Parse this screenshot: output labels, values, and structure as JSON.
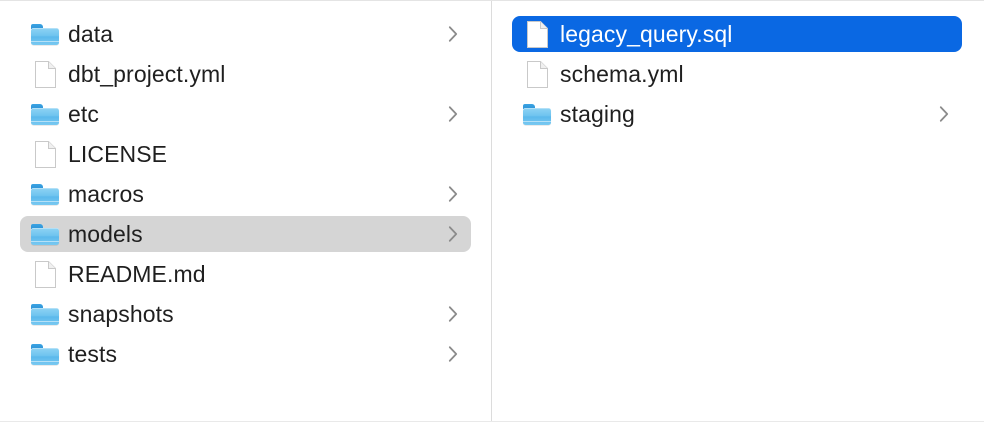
{
  "window": {
    "view": "column-view",
    "background_color": "#ffffff",
    "divider_color": "#dcdcdc",
    "selection_blue": "#0a68e3",
    "selection_gray": "#d5d5d5",
    "text_color": "#1f1f1f",
    "selected_text_color": "#ffffff"
  },
  "columns": [
    {
      "name": "parent-column",
      "items": [
        {
          "label": "data",
          "kind": "folder",
          "icon": "folder-icon",
          "disclosure": "chevron-right-icon",
          "has_chevron": true,
          "selected": false,
          "selection_style": "none"
        },
        {
          "label": "dbt_project.yml",
          "kind": "file",
          "icon": "document-icon",
          "disclosure": "",
          "has_chevron": false,
          "selected": false,
          "selection_style": "none"
        },
        {
          "label": "etc",
          "kind": "folder",
          "icon": "folder-icon",
          "disclosure": "chevron-right-icon",
          "has_chevron": true,
          "selected": false,
          "selection_style": "none"
        },
        {
          "label": "LICENSE",
          "kind": "file",
          "icon": "document-icon",
          "disclosure": "",
          "has_chevron": false,
          "selected": false,
          "selection_style": "none"
        },
        {
          "label": "macros",
          "kind": "folder",
          "icon": "folder-icon",
          "disclosure": "chevron-right-icon",
          "has_chevron": true,
          "selected": false,
          "selection_style": "none"
        },
        {
          "label": "models",
          "kind": "folder",
          "icon": "folder-icon",
          "disclosure": "chevron-right-icon",
          "has_chevron": true,
          "selected": true,
          "selection_style": "gray"
        },
        {
          "label": "README.md",
          "kind": "file",
          "icon": "document-icon",
          "disclosure": "",
          "has_chevron": false,
          "selected": false,
          "selection_style": "none"
        },
        {
          "label": "snapshots",
          "kind": "folder",
          "icon": "folder-icon",
          "disclosure": "chevron-right-icon",
          "has_chevron": true,
          "selected": false,
          "selection_style": "none"
        },
        {
          "label": "tests",
          "kind": "folder",
          "icon": "folder-icon",
          "disclosure": "chevron-right-icon",
          "has_chevron": true,
          "selected": false,
          "selection_style": "none"
        }
      ]
    },
    {
      "name": "child-column",
      "items": [
        {
          "label": "legacy_query.sql",
          "kind": "file",
          "icon": "document-icon",
          "disclosure": "",
          "has_chevron": false,
          "selected": true,
          "selection_style": "blue"
        },
        {
          "label": "schema.yml",
          "kind": "file",
          "icon": "document-icon",
          "disclosure": "",
          "has_chevron": false,
          "selected": false,
          "selection_style": "none"
        },
        {
          "label": "staging",
          "kind": "folder",
          "icon": "folder-icon",
          "disclosure": "chevron-right-icon",
          "has_chevron": true,
          "selected": false,
          "selection_style": "none"
        }
      ]
    }
  ]
}
